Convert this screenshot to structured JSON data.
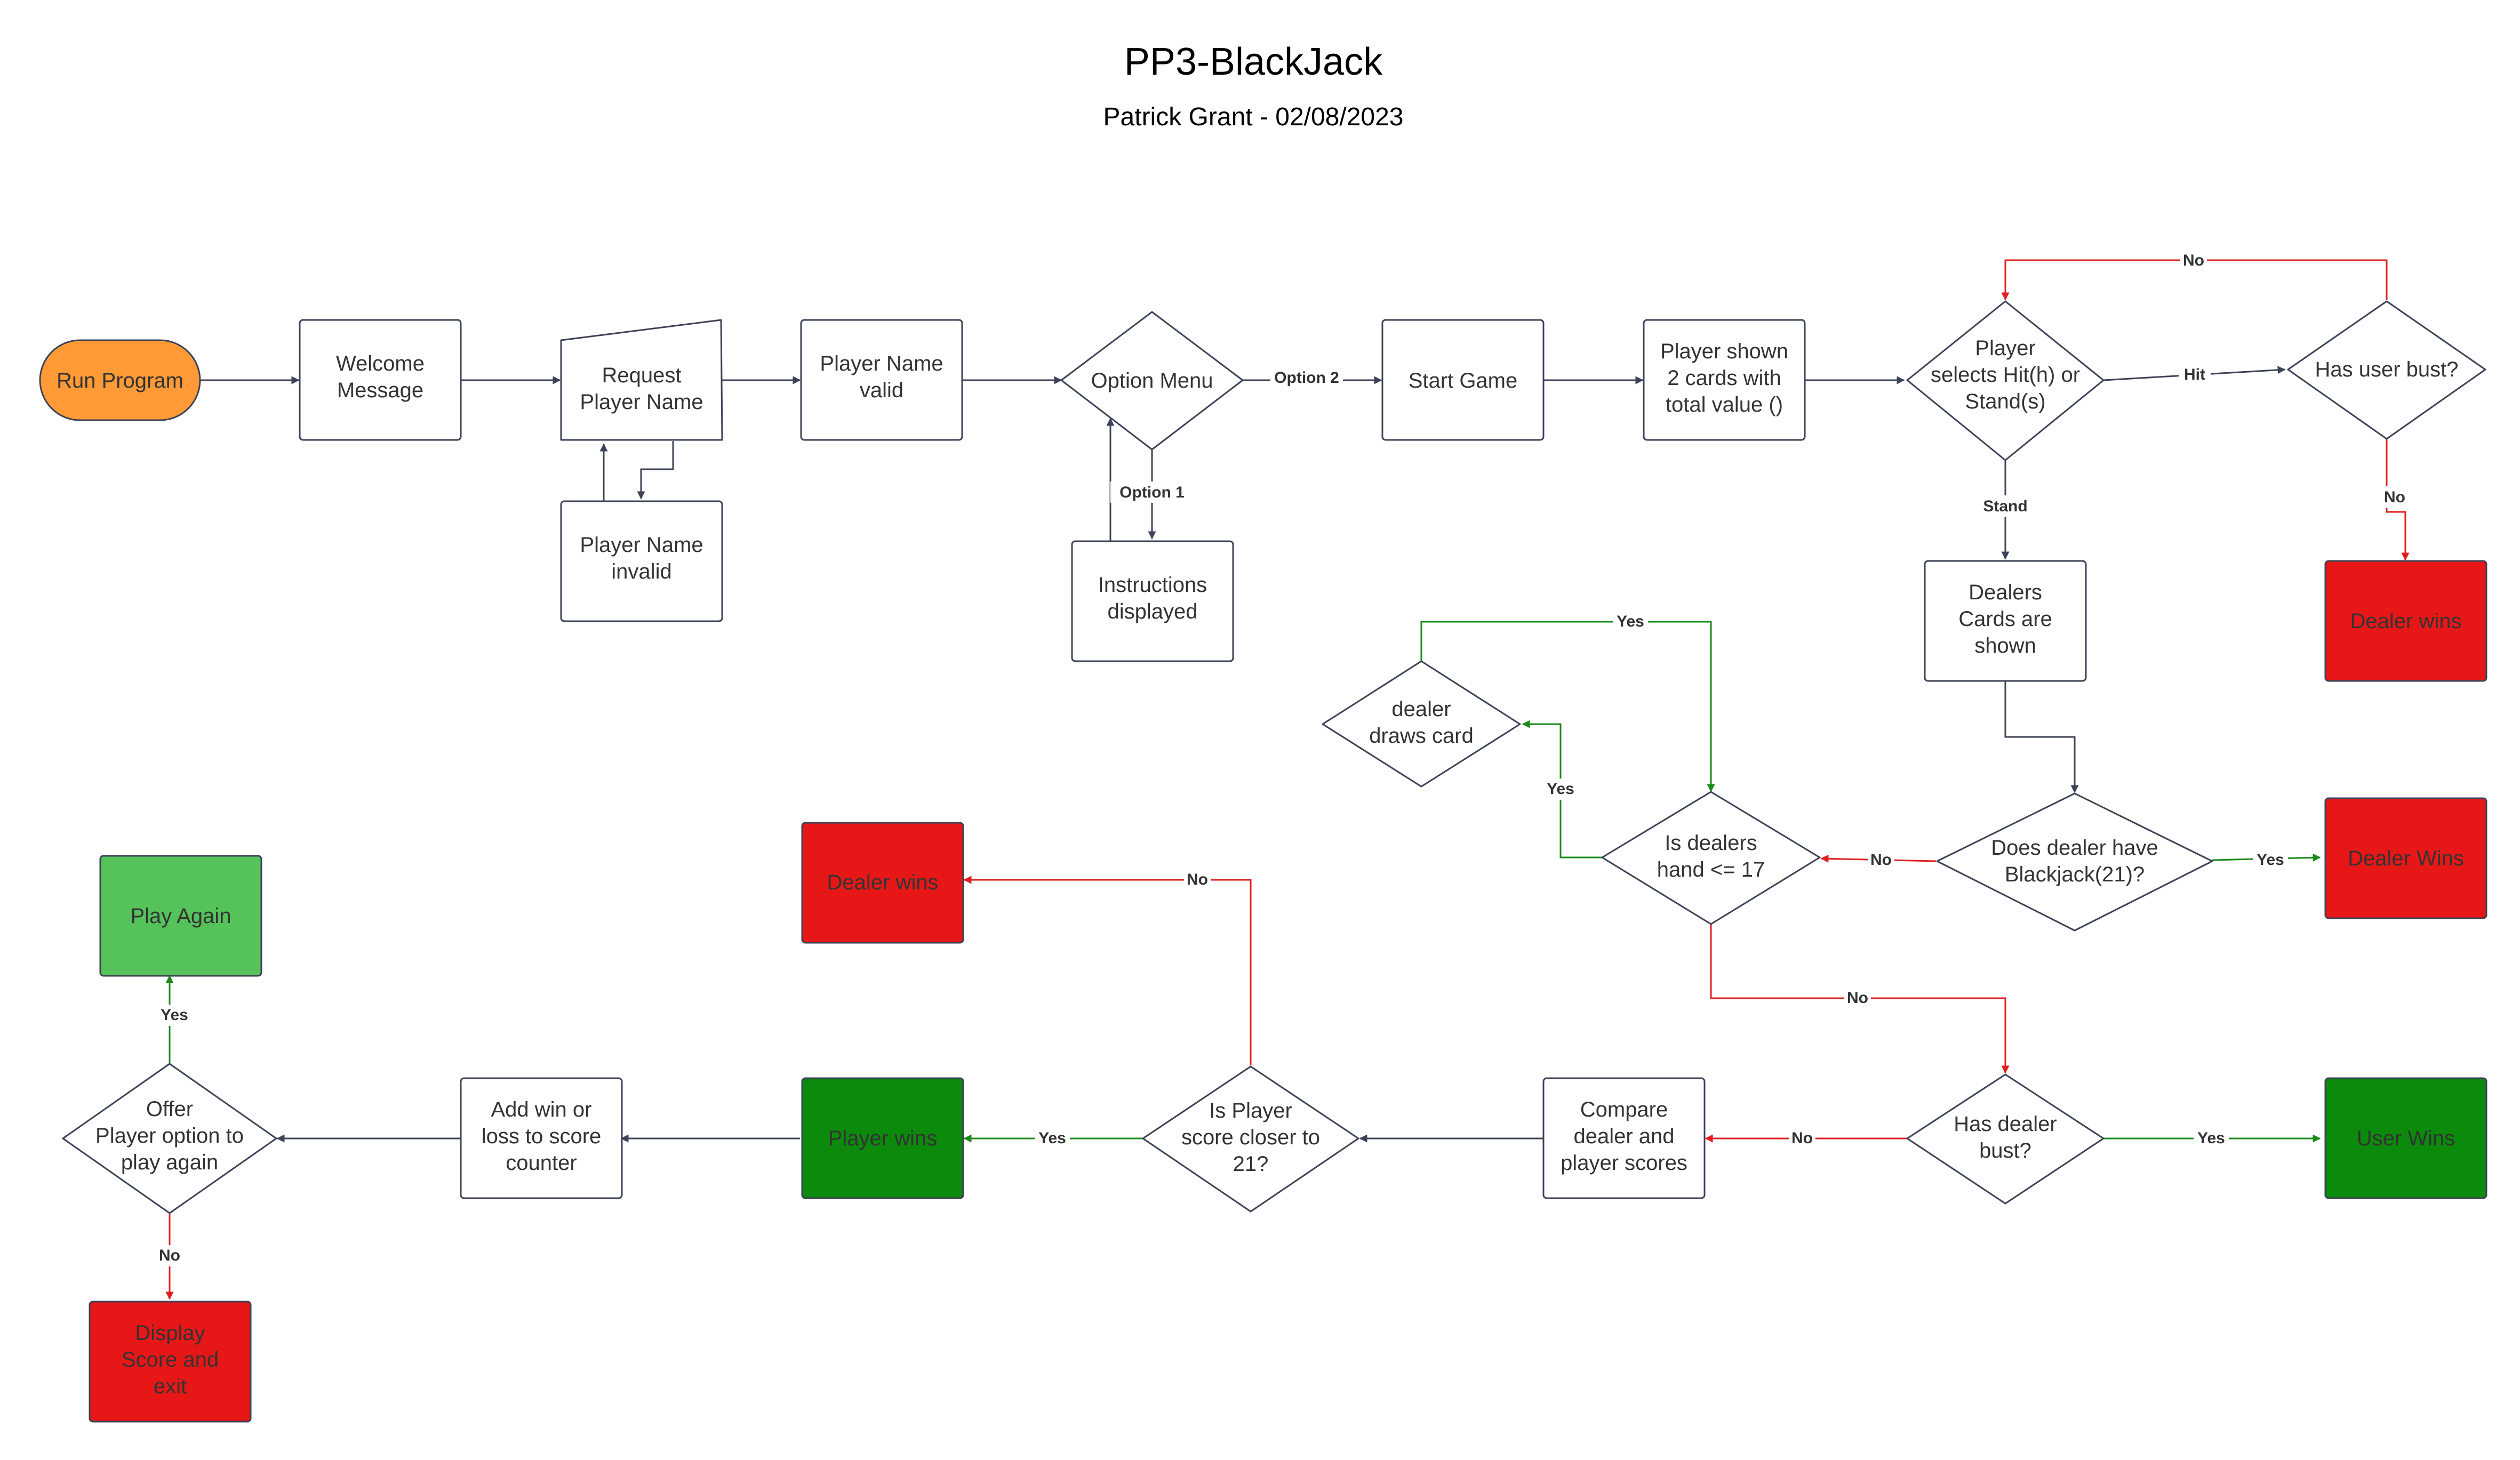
{
  "header": {
    "title": "PP3-BlackJack",
    "subtitle": "Patrick Grant - 02/08/2023"
  },
  "colors": {
    "stroke_default": "#3c4257",
    "stroke_red": "#e01e1e",
    "stroke_green": "#1a8a1a",
    "fill_orange": "#ff9a36",
    "fill_red": "#e81717",
    "fill_green_dark": "#0b8a0b",
    "fill_green_light": "#55c25a",
    "text_dark": "#333333"
  },
  "nodes": {
    "run_program": "Run Program",
    "welcome": [
      "Welcome",
      "Message"
    ],
    "request_name": [
      "Request",
      "Player Name"
    ],
    "name_valid": [
      "Player Name",
      "valid"
    ],
    "name_invalid": [
      "Player Name",
      "invalid"
    ],
    "option_menu": "Option Menu",
    "instructions": [
      "Instructions",
      "displayed"
    ],
    "start_game": "Start Game",
    "player_shown": [
      "Player shown",
      "2 cards with",
      "total value ()"
    ],
    "hit_or_stand": [
      "Player",
      "selects Hit(h) or",
      "Stand(s)"
    ],
    "has_user_bust": "Has user bust?",
    "dealer_wins_1": "Dealer wins",
    "dealers_cards": [
      "Dealers",
      "Cards are",
      "shown"
    ],
    "dealer_blackjack": [
      "Does dealer have",
      "Blackjack(21)?"
    ],
    "dealer_wins_2": "Dealer Wins",
    "dealers_hand": [
      "Is dealers",
      "hand <= 17"
    ],
    "dealer_draws": [
      "dealer",
      "draws card"
    ],
    "has_dealer_bust": [
      "Has dealer",
      "bust?"
    ],
    "user_wins": "User Wins",
    "compare_scores": [
      "Compare",
      "dealer and",
      "player scores"
    ],
    "player_closer": [
      "Is Player",
      "score closer to",
      "21?"
    ],
    "dealer_wins_3": "Dealer wins",
    "player_wins": "Player wins",
    "add_win_loss": [
      "Add win or",
      "loss to score",
      "counter"
    ],
    "offer_again": [
      "Offer",
      "Player option to",
      "play again"
    ],
    "play_again": "Play Again",
    "display_score": [
      "Display",
      "Score and",
      "exit"
    ]
  },
  "edge_labels": {
    "option2": "Option 2",
    "option1": "Option 1",
    "hit": "Hit",
    "no_bust_loop": "No",
    "no_user_bust": "No",
    "stand": "Stand",
    "yes_blackjack": "Yes",
    "no_blackjack": "No",
    "yes_draw": "Yes",
    "yes_loop": "Yes",
    "no_hand": "No",
    "yes_dealer_bust": "Yes",
    "no_dealer_bust": "No",
    "no_closer": "No",
    "yes_closer": "Yes",
    "yes_again": "Yes",
    "no_again": "No"
  }
}
